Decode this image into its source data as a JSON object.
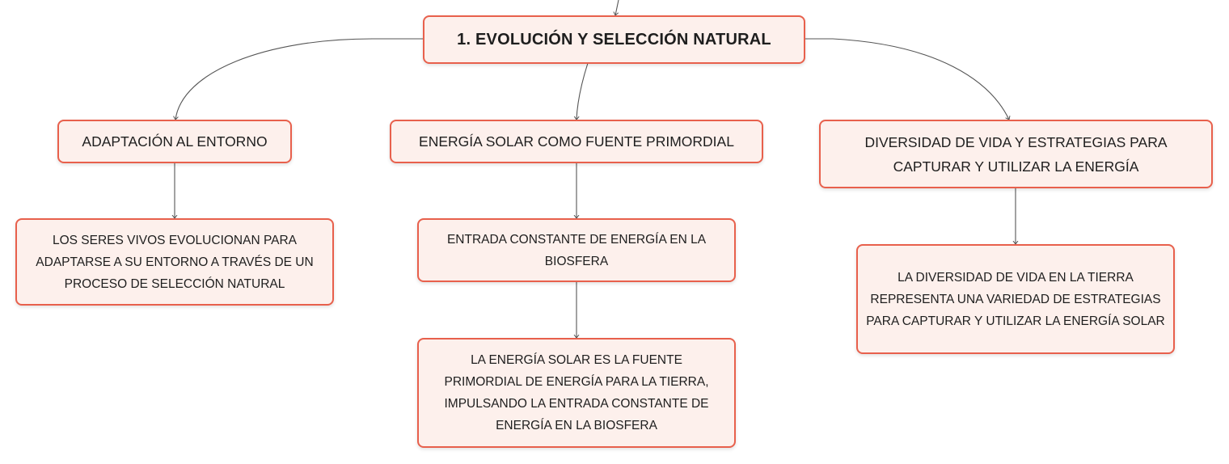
{
  "colors": {
    "node_border": "#e8604c",
    "node_fill": "#fdf0ec",
    "connector": "#555555",
    "text": "#1e1e1e"
  },
  "root": {
    "label": "1. EVOLUCIÓN Y SELECCIÓN NATURAL"
  },
  "branches": [
    {
      "label": "ADAPTACIÓN AL ENTORNO",
      "children": [
        "LOS SERES VIVOS EVOLUCIONAN PARA ADAPTARSE A SU ENTORNO A TRAVÉS DE UN PROCESO DE SELECCIÓN NATURAL"
      ]
    },
    {
      "label": "ENERGÍA SOLAR COMO FUENTE PRIMORDIAL",
      "children": [
        "ENTRADA CONSTANTE DE ENERGÍA EN LA BIOSFERA",
        "LA ENERGÍA SOLAR ES LA FUENTE PRIMORDIAL DE ENERGÍA PARA LA TIERRA, IMPULSANDO LA ENTRADA CONSTANTE DE ENERGÍA EN LA BIOSFERA"
      ]
    },
    {
      "label": "DIVERSIDAD DE VIDA Y ESTRATEGIAS PARA CAPTURAR Y UTILIZAR LA ENERGÍA",
      "children": [
        "LA DIVERSIDAD DE VIDA EN LA TIERRA REPRESENTA UNA VARIEDAD DE ESTRATEGIAS PARA CAPTURAR Y UTILIZAR LA ENERGÍA SOLAR"
      ]
    }
  ]
}
